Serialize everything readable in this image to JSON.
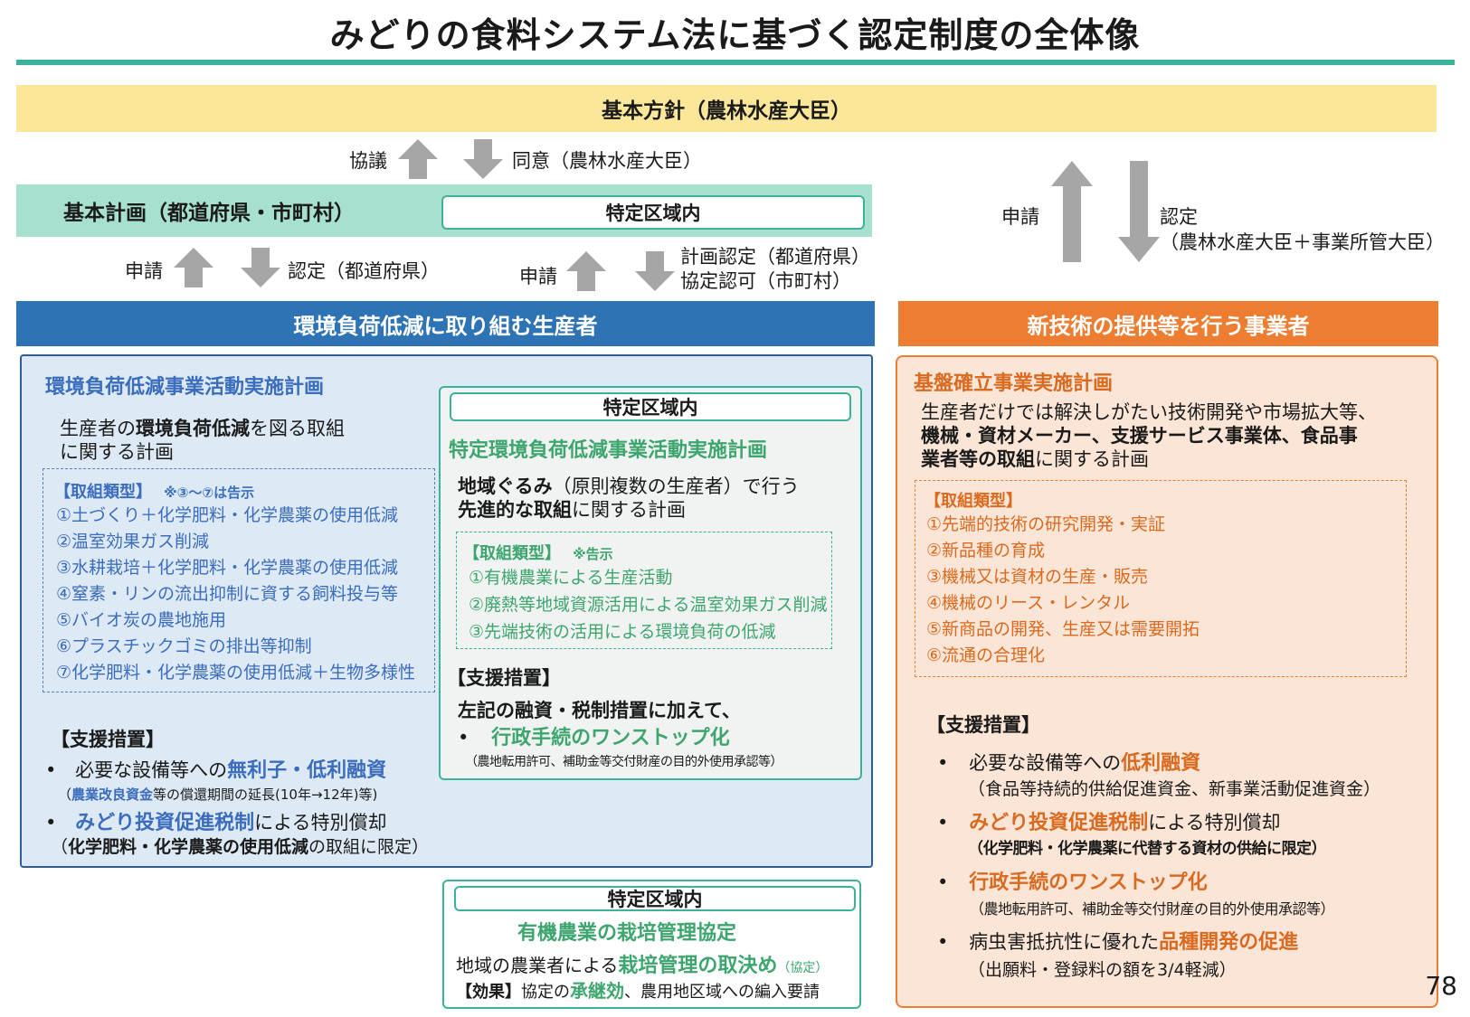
{
  "title": "みどりの食料システム法に基づく認定制度の全体像",
  "basic_policy": "基本方針（農林水産大臣）",
  "arrows_top": {
    "consult": "協議",
    "consent": "同意（農林水産大臣）"
  },
  "basic_plan": {
    "label": "基本計画（都道府県・市町村）",
    "zone": "特定区域内"
  },
  "arrows_mid": {
    "apply_left": "申請",
    "certify_left": "認定（都道府県）",
    "apply_center": "申請",
    "plan_cert": "計画認定（都道府県）",
    "agreement_approval": "協定認可（市町村）",
    "apply_right": "申請",
    "certify_right": "認定",
    "certify_right_detail": "（農林水産大臣＋事業所管大臣）"
  },
  "producers": {
    "header": "環境負荷低減に取り組む生産者",
    "plan_title": "環境負荷低減事業活動実施計画",
    "desc_1a": "生産者の",
    "desc_1b": "環境負荷低減",
    "desc_1c": "を図る取組",
    "desc_2": "に関する計画",
    "types_heading": "【取組類型】",
    "types_note": "※③～⑦は告示",
    "types": [
      "①土づくり＋化学肥料・化学農薬の使用低減",
      "②温室効果ガス削減",
      "③水耕栽培＋化学肥料・化学農薬の使用低減",
      "④窒素・リンの流出抑制に資する飼料投与等",
      "⑤バイオ炭の農地施用",
      "⑥プラスチックゴミの排出等抑制",
      "⑦化学肥料・化学農薬の使用低減＋生物多様性"
    ],
    "support_heading": "【支援措置】",
    "bullet": "•",
    "support_1a": "必要な設備等への",
    "support_1b": "無利子・低利融資",
    "support_1_note_a": "（",
    "support_1_note_b": "農業改良資金",
    "support_1_note_c": "等の償還期間の延長(10年→12年)等)",
    "support_2a": "みどり投資促進税制",
    "support_2b": "による特別償却",
    "support_2_note_a": "（",
    "support_2_note_b": "化学肥料・化学農薬の使用低減",
    "support_2_note_c": "の取組に限定）"
  },
  "special_zone": {
    "zone": "特定区域内",
    "title": "特定環境負荷低減事業活動実施計画",
    "desc_1a": "地域ぐるみ",
    "desc_1b": "（原則複数の生産者）で行う",
    "desc_2a": "先進的な取組",
    "desc_2b": "に関する計画",
    "types_heading": "【取組類型】",
    "types_note": "※告示",
    "types": [
      "①有機農業による生産活動",
      "②廃熱等地域資源活用による温室効果ガス削減",
      "③先端技術の活用による環境負荷の低減"
    ],
    "support_heading": "【支援措置】",
    "support_1": "左記の融資・税制措置に加えて、",
    "bullet": "•",
    "support_2": "行政手続のワンストップ化",
    "support_2_note": "（農地転用許可、補助金等交付財産の目的外使用承認等）"
  },
  "organic": {
    "zone": "特定区域内",
    "title": "有機農業の栽培管理協定",
    "desc_a": "地域の農業者による",
    "desc_b": "栽培管理の取決め",
    "desc_c": "（協定）",
    "effect_a": "【効果】",
    "effect_b": "協定の",
    "effect_c": "承継効",
    "effect_d": "、農用地区域への編入要請"
  },
  "businesses": {
    "header": "新技術の提供等を行う事業者",
    "plan_title": "基盤確立事業実施計画",
    "desc_1": "生産者だけでは解決しがたい技術開発や市場拡大等、",
    "desc_2": "機械・資材メーカー、支援サービス事業体、食品事",
    "desc_3a": "業者等の取組",
    "desc_3b": "に関する計画",
    "types_heading": "【取組類型】",
    "types": [
      "①先端的技術の研究開発・実証",
      "②新品種の育成",
      "③機械又は資材の生産・販売",
      "④機械のリース・レンタル",
      "⑤新商品の開発、生産又は需要開拓",
      "⑥流通の合理化"
    ],
    "support_heading": "【支援措置】",
    "bullet": "•",
    "s1a": "必要な設備等への",
    "s1b": "低利融資",
    "s1_note": "（食品等持続的供給促進資金、新事業活動促進資金）",
    "s2a": "みどり投資促進税制",
    "s2b": "による特別償却",
    "s2_note": "（化学肥料・化学農薬に代替する資材の供給に限定）",
    "s3": "行政手続のワンストップ化",
    "s3_note": "（農地転用許可、補助金等交付財産の目的外使用承認等）",
    "s4a": "病虫害抵抗性に優れた",
    "s4b": "品種開発の促進",
    "s4_note": "（出願料・登録料の額を3/4軽減）"
  },
  "page_number": "78",
  "colors": {
    "green": "#3bb39a",
    "blue": "#2e74b5",
    "orange": "#ed7d31",
    "policy_yellow": "#fbe79a",
    "arrow_gray": "#a6a6a6"
  }
}
